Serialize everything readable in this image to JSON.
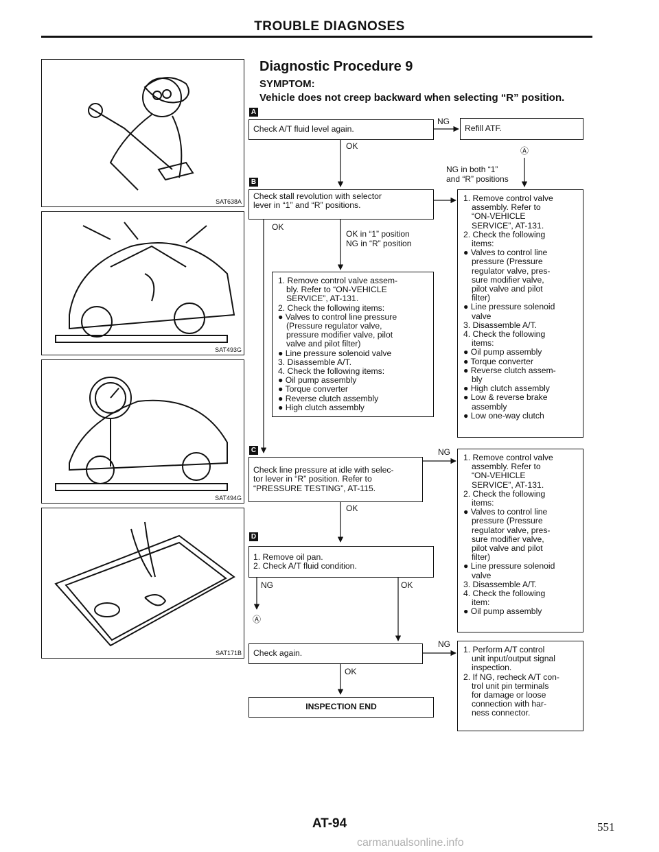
{
  "header": {
    "title": "TROUBLE DIAGNOSES"
  },
  "procedure": {
    "title": "Diagnostic Procedure 9",
    "symptom_label": "SYMPTOM:",
    "symptom_text": "Vehicle does not creep backward when selecting “R” position."
  },
  "figures": [
    {
      "badge": "A",
      "code": "SAT638A"
    },
    {
      "badge": "B",
      "code": "SAT493G"
    },
    {
      "badge": "C",
      "code": "SAT494G"
    },
    {
      "badge": "D",
      "code": "SAT171B"
    }
  ],
  "flow": {
    "badges": {
      "a": "A",
      "b": "B",
      "c": "C",
      "d": "D"
    },
    "step_a": "Check A/T fluid level again.",
    "refill": "Refill ATF.",
    "step_b": [
      "Check stall revolution with selector",
      "lever in “1” and “R” positions."
    ],
    "step_c": [
      "Check line pressure at idle with selec-",
      "tor lever in “R” position. Refer to",
      "“PRESSURE TESTING”, AT-115."
    ],
    "step_d": [
      "1. Remove oil pan.",
      "2. Check A/T fluid condition."
    ],
    "check_again": "Check again.",
    "end": "INSPECTION END",
    "labels": {
      "ng": "NG",
      "ok": "OK",
      "ng_both_1": "NG in both “1”",
      "ng_both_2": "and “R” positions",
      "ok_in_1": "OK in “1” position",
      "ng_in_r": "NG in “R” position",
      "connector": "Ⓐ"
    },
    "middle_remedy": [
      {
        "t": "1. Remove control valve assem-",
        "i": false
      },
      {
        "t": "bly. Refer to “ON-VEHICLE",
        "i": true
      },
      {
        "t": "SERVICE”, AT-131.",
        "i": true
      },
      {
        "t": "2. Check the following items:",
        "i": false
      },
      {
        "t": "● Valves to control line pressure",
        "i": false
      },
      {
        "t": "(Pressure regulator valve,",
        "i": true
      },
      {
        "t": "pressure modifier valve, pilot",
        "i": true
      },
      {
        "t": "valve and pilot filter)",
        "i": true
      },
      {
        "t": "● Line pressure solenoid valve",
        "i": false
      },
      {
        "t": "3. Disassemble A/T.",
        "i": false
      },
      {
        "t": "4. Check the following items:",
        "i": false
      },
      {
        "t": "● Oil pump assembly",
        "i": false
      },
      {
        "t": "● Torque converter",
        "i": false
      },
      {
        "t": "● Reverse clutch assembly",
        "i": false
      },
      {
        "t": "● High clutch assembly",
        "i": false
      }
    ],
    "right_remedy_1": [
      {
        "t": "1. Remove control valve",
        "i": false
      },
      {
        "t": "assembly. Refer to",
        "i": true
      },
      {
        "t": "“ON-VEHICLE",
        "i": true
      },
      {
        "t": "SERVICE”, AT-131.",
        "i": true
      },
      {
        "t": "2. Check the following",
        "i": false
      },
      {
        "t": "items:",
        "i": true
      },
      {
        "t": "● Valves to control line",
        "i": false
      },
      {
        "t": "pressure (Pressure",
        "i": true
      },
      {
        "t": "regulator valve, pres-",
        "i": true
      },
      {
        "t": "sure modifier valve,",
        "i": true
      },
      {
        "t": "pilot valve and pilot",
        "i": true
      },
      {
        "t": "filter)",
        "i": true
      },
      {
        "t": "● Line pressure solenoid",
        "i": false
      },
      {
        "t": "valve",
        "i": true
      },
      {
        "t": "3. Disassemble A/T.",
        "i": false
      },
      {
        "t": "4. Check the following",
        "i": false
      },
      {
        "t": "items:",
        "i": true
      },
      {
        "t": "● Oil pump assembly",
        "i": false
      },
      {
        "t": "● Torque converter",
        "i": false
      },
      {
        "t": "● Reverse clutch assem-",
        "i": false
      },
      {
        "t": "bly",
        "i": true
      },
      {
        "t": "● High clutch assembly",
        "i": false
      },
      {
        "t": "● Low & reverse brake",
        "i": false
      },
      {
        "t": "assembly",
        "i": true
      },
      {
        "t": "● Low one-way clutch",
        "i": false
      }
    ],
    "right_remedy_2": [
      {
        "t": "1. Remove control valve",
        "i": false
      },
      {
        "t": "assembly. Refer to",
        "i": true
      },
      {
        "t": "“ON-VEHICLE",
        "i": true
      },
      {
        "t": "SERVICE”, AT-131.",
        "i": true
      },
      {
        "t": "2. Check the following",
        "i": false
      },
      {
        "t": "items:",
        "i": true
      },
      {
        "t": "● Valves to control line",
        "i": false
      },
      {
        "t": "pressure (Pressure",
        "i": true
      },
      {
        "t": "regulator valve, pres-",
        "i": true
      },
      {
        "t": "sure modifier valve,",
        "i": true
      },
      {
        "t": "pilot valve and pilot",
        "i": true
      },
      {
        "t": "filter)",
        "i": true
      },
      {
        "t": "● Line pressure solenoid",
        "i": false
      },
      {
        "t": "valve",
        "i": true
      },
      {
        "t": "3. Disassemble A/T.",
        "i": false
      },
      {
        "t": "4. Check the following",
        "i": false
      },
      {
        "t": "item:",
        "i": true
      },
      {
        "t": "● Oil pump assembly",
        "i": false
      }
    ],
    "right_remedy_3": [
      {
        "t": "1. Perform A/T control",
        "i": false
      },
      {
        "t": "unit input/output signal",
        "i": true
      },
      {
        "t": "inspection.",
        "i": true
      },
      {
        "t": "2. If NG, recheck A/T con-",
        "i": false
      },
      {
        "t": "trol unit pin terminals",
        "i": true
      },
      {
        "t": "for damage or loose",
        "i": true
      },
      {
        "t": "connection with har-",
        "i": true
      },
      {
        "t": "ness connector.",
        "i": true
      }
    ]
  },
  "footer": {
    "page_code": "AT-94",
    "page_number": "551",
    "watermark": "carmanualsonline.info"
  }
}
